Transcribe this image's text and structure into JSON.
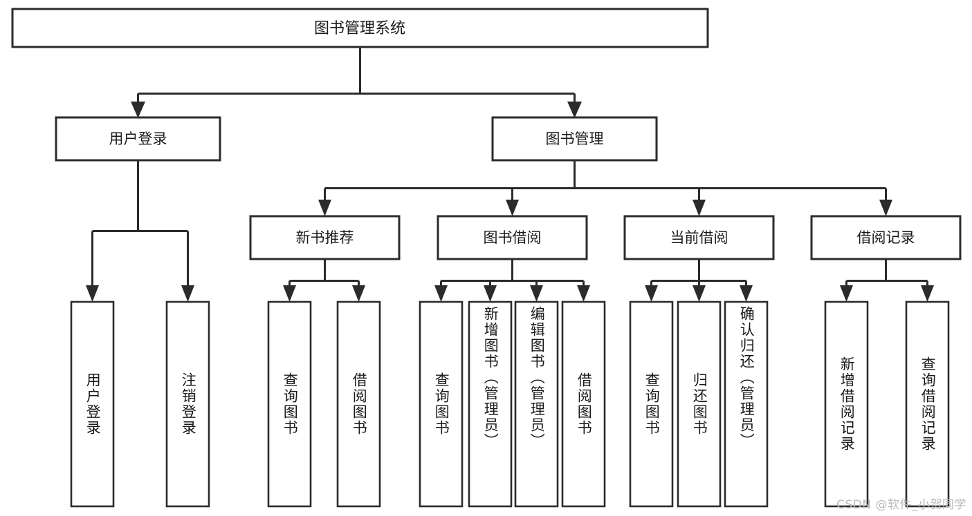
{
  "diagram": {
    "title": "图书管理系统",
    "type": "tree",
    "orientation": "top-down",
    "colors": {
      "box_stroke": "#2b2b2b",
      "box_fill": "#ffffff",
      "text": "#1a1a1a",
      "background": "#ffffff",
      "watermark": "#b9b9b9"
    },
    "root": {
      "id": "root",
      "label": "图书管理系统"
    },
    "level2": [
      {
        "id": "user-login",
        "label": "用户登录"
      },
      {
        "id": "book-manage",
        "label": "图书管理"
      }
    ],
    "level3": [
      {
        "id": "new-book-recommend",
        "label": "新书推荐",
        "parent": "book-manage"
      },
      {
        "id": "book-borrow",
        "label": "图书借阅",
        "parent": "book-manage"
      },
      {
        "id": "current-borrow",
        "label": "当前借阅",
        "parent": "book-manage"
      },
      {
        "id": "borrow-record",
        "label": "借阅记录",
        "parent": "book-manage"
      }
    ],
    "leaves": [
      {
        "id": "leaf-user-login",
        "label": "用户登录",
        "parent": "user-login"
      },
      {
        "id": "leaf-logout-login",
        "label": "注销登录",
        "parent": "user-login"
      },
      {
        "id": "leaf-query-book-1",
        "label": "查询图书",
        "parent": "new-book-recommend"
      },
      {
        "id": "leaf-borrow-book-1",
        "label": "借阅图书",
        "parent": "new-book-recommend"
      },
      {
        "id": "leaf-query-book-2",
        "label": "查询图书",
        "parent": "book-borrow"
      },
      {
        "id": "leaf-add-book",
        "label": "新增图书（管理员）",
        "parent": "book-borrow"
      },
      {
        "id": "leaf-edit-book",
        "label": "编辑图书（管理员）",
        "parent": "book-borrow"
      },
      {
        "id": "leaf-borrow-book-2",
        "label": "借阅图书",
        "parent": "book-borrow"
      },
      {
        "id": "leaf-query-book-3",
        "label": "查询图书",
        "parent": "current-borrow"
      },
      {
        "id": "leaf-return-book",
        "label": "归还图书",
        "parent": "current-borrow"
      },
      {
        "id": "leaf-confirm-return",
        "label": "确认归还（管理员）",
        "parent": "current-borrow"
      },
      {
        "id": "leaf-add-record",
        "label": "新增借阅记录",
        "parent": "borrow-record"
      },
      {
        "id": "leaf-query-record",
        "label": "查询借阅记录",
        "parent": "borrow-record"
      }
    ]
  },
  "watermark": {
    "text": "CSDN @软件_小贺同学"
  }
}
